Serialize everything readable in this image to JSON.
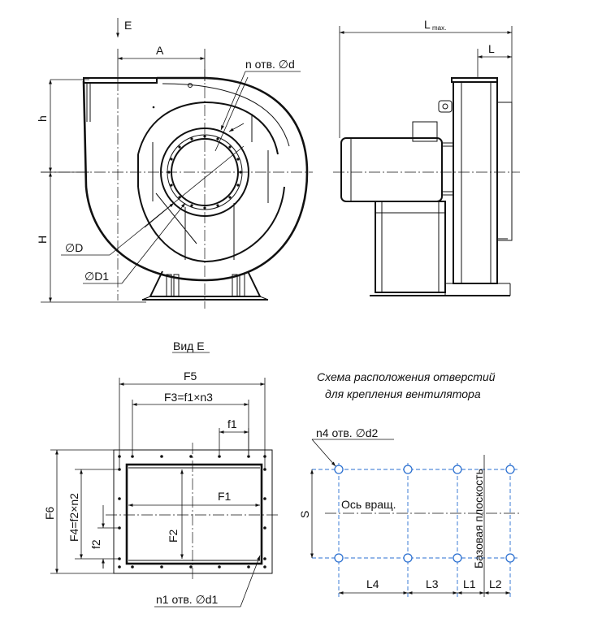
{
  "front_view": {
    "arrow_label": "E",
    "dim_A": "A",
    "dim_h": "h",
    "dim_H": "H",
    "holes_label": "n отв. ∅d",
    "dim_D": "∅D",
    "dim_D1": "∅D1"
  },
  "side_view": {
    "dim_Lmax_L": "L",
    "dim_Lmax_sub": "max.",
    "dim_L": "L"
  },
  "view_e": {
    "title": "Вид Е",
    "dim_F5": "F5",
    "dim_F3": "F3=f1×n3",
    "dim_f1": "f1",
    "dim_F6": "F6",
    "dim_F4": "F4=f2×n2",
    "dim_f2": "f2",
    "dim_F1": "F1",
    "dim_F2": "F2",
    "holes_label": "n1 отв. ∅d1"
  },
  "mounting_scheme": {
    "title_line1": "Схема расположения отверстий",
    "title_line2": "для крепления вентилятора",
    "holes_label": "n4 отв. ∅d2",
    "axis_label": "Ось вращ.",
    "base_plane_label": "Базовая плоскость",
    "dim_S": "S",
    "dim_L4": "L4",
    "dim_L3": "L3",
    "dim_L1": "L1",
    "dim_L2": "L2",
    "line_color": "#2a6fd0"
  }
}
